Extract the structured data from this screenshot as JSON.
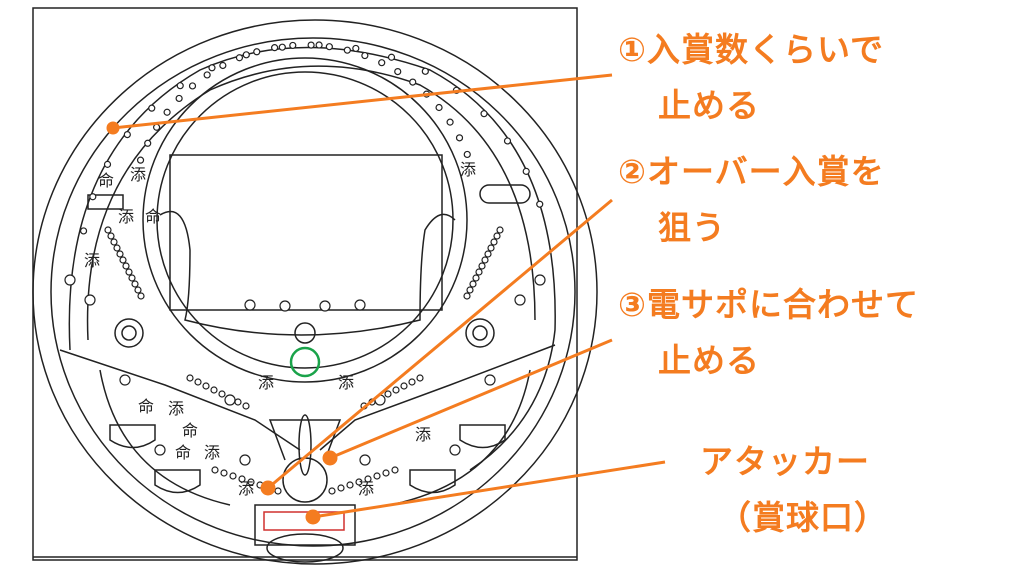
{
  "accent_color": "#f47c20",
  "annotations": [
    {
      "number": "①",
      "line1": "入賞数くらいで",
      "line2": "止める"
    },
    {
      "number": "②",
      "line1": "オーバー入賞を",
      "line2": "狙う"
    },
    {
      "number": "③",
      "line1": "電サポに合わせて",
      "line2": "止める"
    }
  ],
  "attacker": {
    "title": "アタッカー",
    "subtitle": "（賞球口）"
  },
  "board_labels": {
    "soe": "添",
    "inochi": "命"
  }
}
